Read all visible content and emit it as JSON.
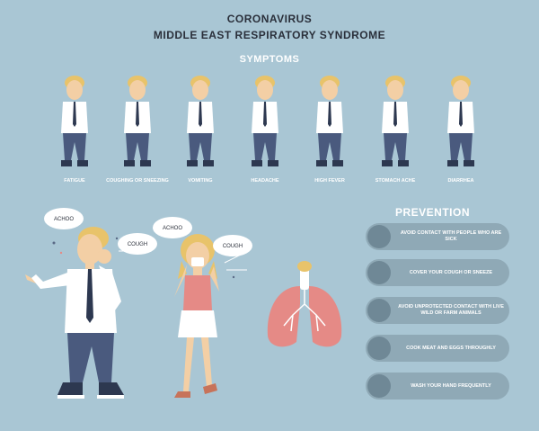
{
  "header": {
    "line1": "CORONAVIRUS",
    "line2": "MIDDLE EAST RESPIRATORY SYNDROME"
  },
  "symptoms": {
    "heading": "SYMPTOMS",
    "items": [
      {
        "label": "FATIGUE"
      },
      {
        "label": "COUGHING OR SNEEZING"
      },
      {
        "label": "VOMITING"
      },
      {
        "label": "HEADACHE"
      },
      {
        "label": "HIGH FEVER"
      },
      {
        "label": "STOMACH ACHE"
      },
      {
        "label": "DIARRHEA"
      }
    ]
  },
  "bubbles": {
    "achoo": "ACHOO",
    "cough": "COUGH"
  },
  "prevention": {
    "heading": "PREVENTION",
    "items": [
      {
        "text": "AVOID CONTACT WITH PEOPLE WHO ARE SICK"
      },
      {
        "text": "COVER YOUR COUGH OR SNEEZE"
      },
      {
        "text": "AVOID UNPROTECTED CONTACT WITH LIVE WILD OR FARM ANIMALS"
      },
      {
        "text": "COOK MEAT AND EGGS THROUGHLY"
      },
      {
        "text": "WASH YOUR HAND FREQUENTLY"
      }
    ]
  },
  "colors": {
    "background": "#a9c6d4",
    "shirt": "#ffffff",
    "pants": "#4a5a7e",
    "hair": "#e8c36a",
    "skin": "#f3cfa5",
    "lungs": "#e58a86",
    "pill": "#8fa9b6"
  }
}
